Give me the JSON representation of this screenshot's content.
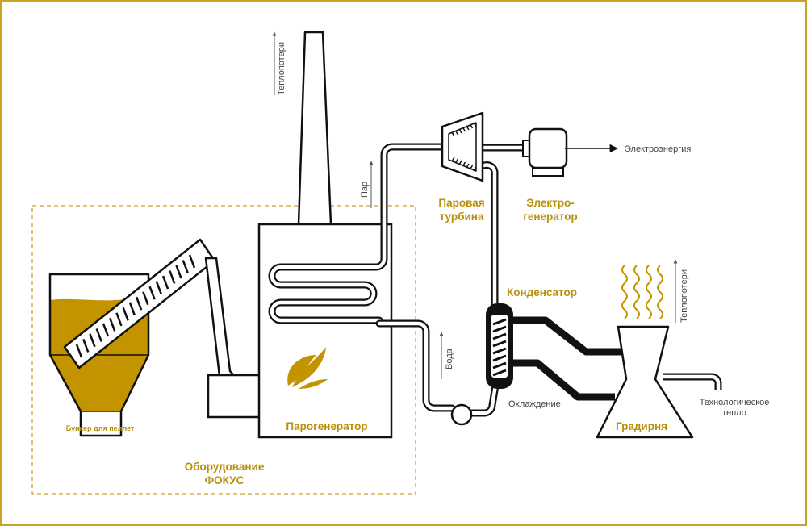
{
  "labels": {
    "steam_generator": "Парогенератор",
    "steam_turbine_1": "Паровая",
    "steam_turbine_2": "турбина",
    "electro_gen_1": "Электро-",
    "electro_gen_2": "генератор",
    "electricity": "Электроэнергия",
    "condenser": "Конденсатор",
    "cooling_tower": "Градирня",
    "cooling": "Охлаждение",
    "process_heat_1": "Технологическое",
    "process_heat_2": "тепло",
    "heat_loss_chimney": "Теплопотери",
    "heat_loss_tower": "Теплопотери",
    "steam": "Пар",
    "water": "Вода",
    "hopper": "Бункер для пеллет",
    "equipment_1": "Оборудование",
    "equipment_2": "ФОКУС"
  },
  "colors": {
    "accent": "#b8900a",
    "border": "#c9a227",
    "line": "#111111",
    "pellet": "#c39300"
  }
}
